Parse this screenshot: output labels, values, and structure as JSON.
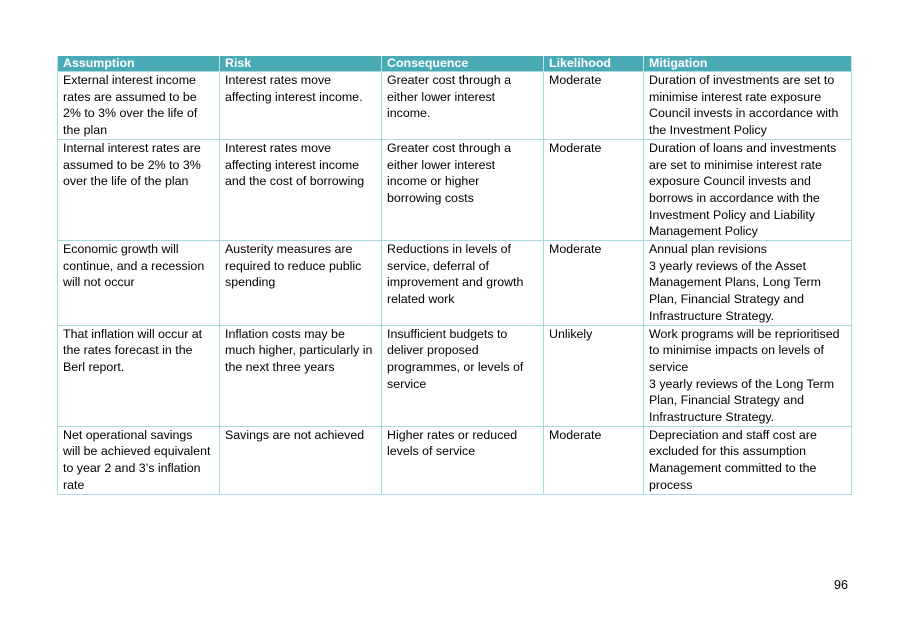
{
  "table": {
    "headers": [
      "Assumption",
      "Risk",
      "Consequence",
      "Likelihood",
      "Mitigation"
    ],
    "rows": [
      {
        "assumption": [
          "External interest income",
          "rates are assumed to be",
          "2% to 3% over the life of",
          "the plan"
        ],
        "risk": [
          "Interest rates move",
          "affecting interest income."
        ],
        "consequence": [
          "Greater cost through a",
          "either lower interest",
          "income."
        ],
        "likelihood": [
          "Moderate"
        ],
        "mitigation": [
          "Duration of investments are set to",
          "minimise interest rate exposure",
          "Council invests in accordance with",
          "the Investment Policy"
        ]
      },
      {
        "assumption": [
          "Internal interest rates are",
          "assumed to be 2% to 3%",
          "over the life of the plan"
        ],
        "risk": [
          "Interest rates move",
          "affecting interest income",
          "and the cost of borrowing"
        ],
        "consequence": [
          "Greater cost through a",
          "either lower interest",
          "income or higher",
          "borrowing costs"
        ],
        "likelihood": [
          "Moderate"
        ],
        "mitigation": [
          "Duration of loans and investments",
          "are set to minimise interest rate",
          "exposure Council invests and",
          "borrows in accordance with the",
          "Investment Policy and Liability",
          "Management Policy"
        ]
      },
      {
        "assumption": [
          "Economic growth will",
          "continue, and a recession",
          "will not occur"
        ],
        "risk": [
          "Austerity measures are",
          "required to reduce public",
          "spending"
        ],
        "consequence": [
          "Reductions in levels of",
          "service, deferral of",
          "improvement and growth",
          "related work"
        ],
        "likelihood": [
          "Moderate"
        ],
        "mitigation": [
          "Annual plan revisions",
          "3 yearly reviews of the Asset",
          "Management Plans, Long Term",
          "Plan, Financial Strategy and",
          "Infrastructure Strategy."
        ]
      },
      {
        "assumption": [
          "That inflation will occur at",
          "the rates forecast in the",
          "Berl report."
        ],
        "risk": [
          "Inflation costs may be",
          "much higher, particularly in",
          "the next three years"
        ],
        "consequence": [
          "Insufficient budgets to",
          "deliver proposed",
          "programmes, or levels of",
          "service"
        ],
        "likelihood": [
          "Unlikely"
        ],
        "mitigation": [
          "Work programs will be reprioritised",
          "to minimise impacts on levels of",
          "service",
          "3 yearly reviews of the Long Term",
          "Plan, Financial Strategy and",
          "Infrastructure Strategy."
        ]
      },
      {
        "assumption": [
          "Net operational savings",
          "will be achieved equivalent",
          "to year 2 and 3’s inflation",
          "rate"
        ],
        "risk": [
          "Savings are not achieved"
        ],
        "consequence": [
          "Higher rates or reduced",
          "levels of service"
        ],
        "likelihood": [
          "Moderate"
        ],
        "mitigation": [
          "Depreciation and staff cost are",
          "excluded for this assumption",
          "Management committed to the",
          "process"
        ]
      }
    ]
  },
  "page_number": "96",
  "colors": {
    "header_background": "#4aabb6",
    "header_text": "#ffffff",
    "cell_border": "#a9d9de"
  }
}
